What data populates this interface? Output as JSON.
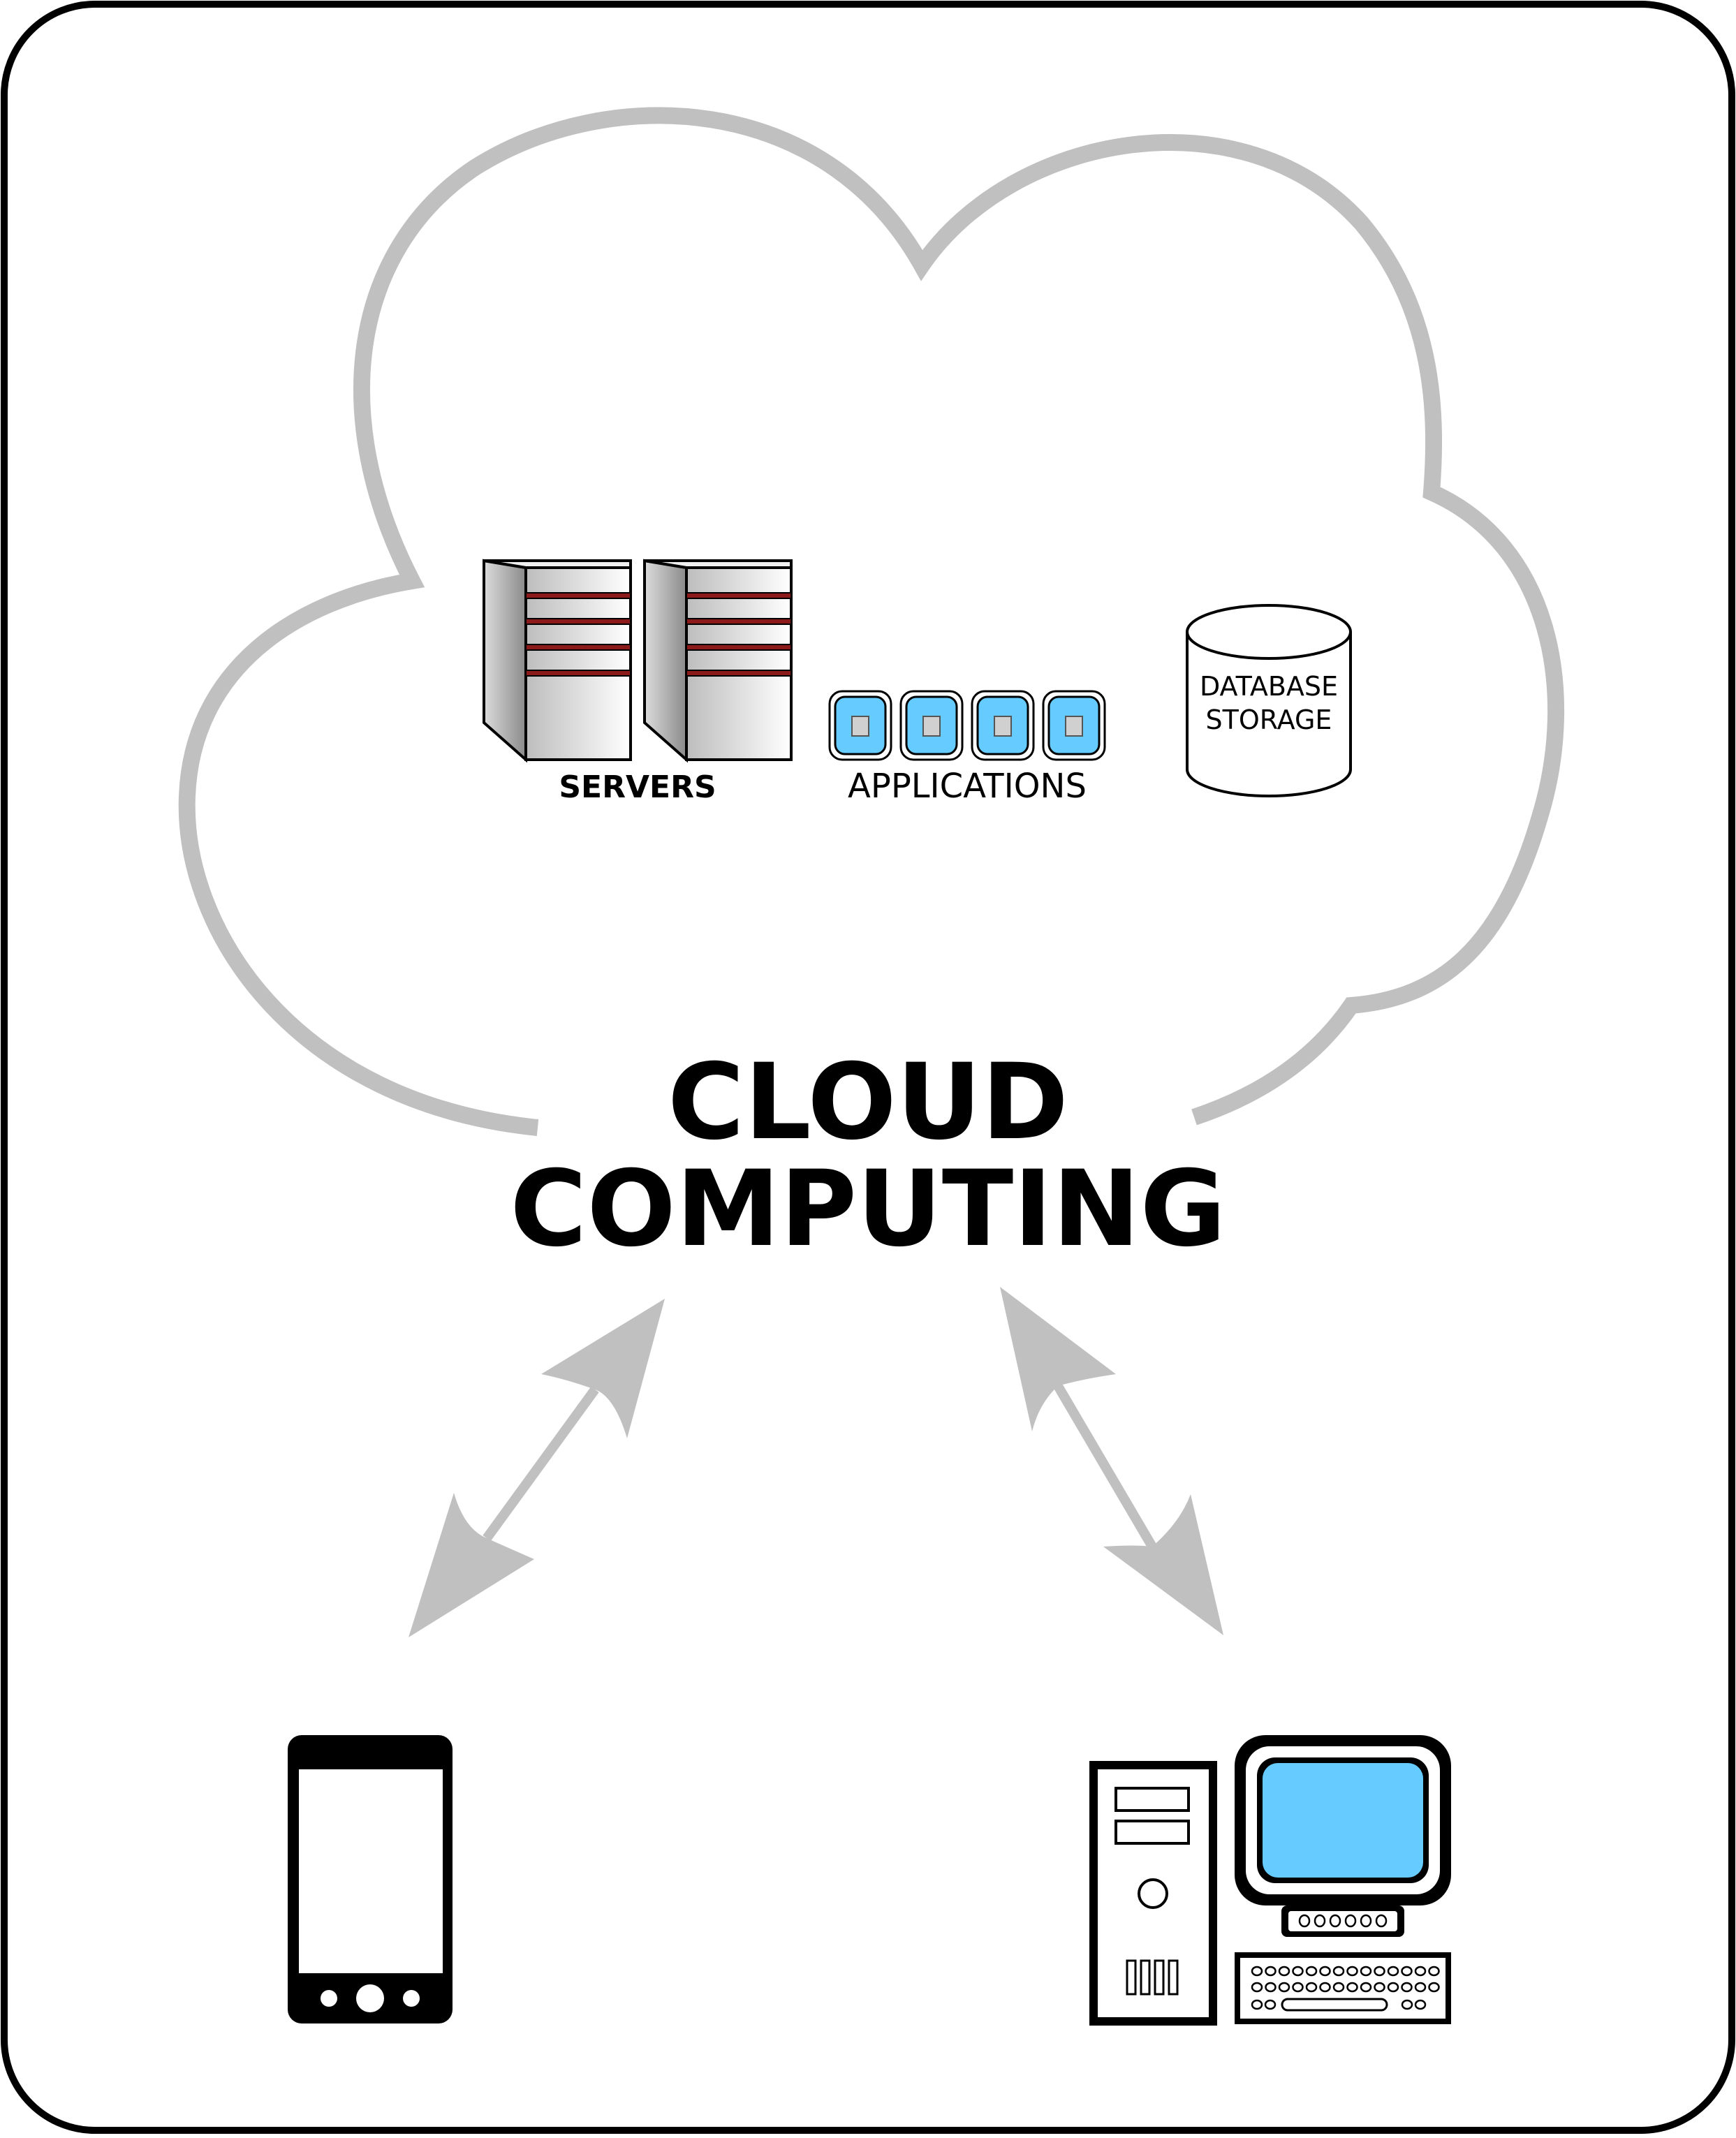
{
  "title": {
    "line1": "CLOUD",
    "line2": "COMPUTING"
  },
  "cloud_components": {
    "servers_label": "SERVERS",
    "applications_label": "APPLICATIONS",
    "database_label_line1": "DATABASE",
    "database_label_line2": "STORAGE"
  },
  "colors": {
    "cloud_outline": "#c0c0c0",
    "arrow": "#c0c0c0",
    "screen_blue": "#66ccff",
    "server_stripe": "#8b1a1a",
    "frame": "#000000"
  },
  "icons": {
    "servers": "server-tower-icon",
    "applications": "app-window-icon",
    "database": "database-cylinder-icon",
    "mobile": "smartphone-icon",
    "desktop": "desktop-computer-icon"
  }
}
